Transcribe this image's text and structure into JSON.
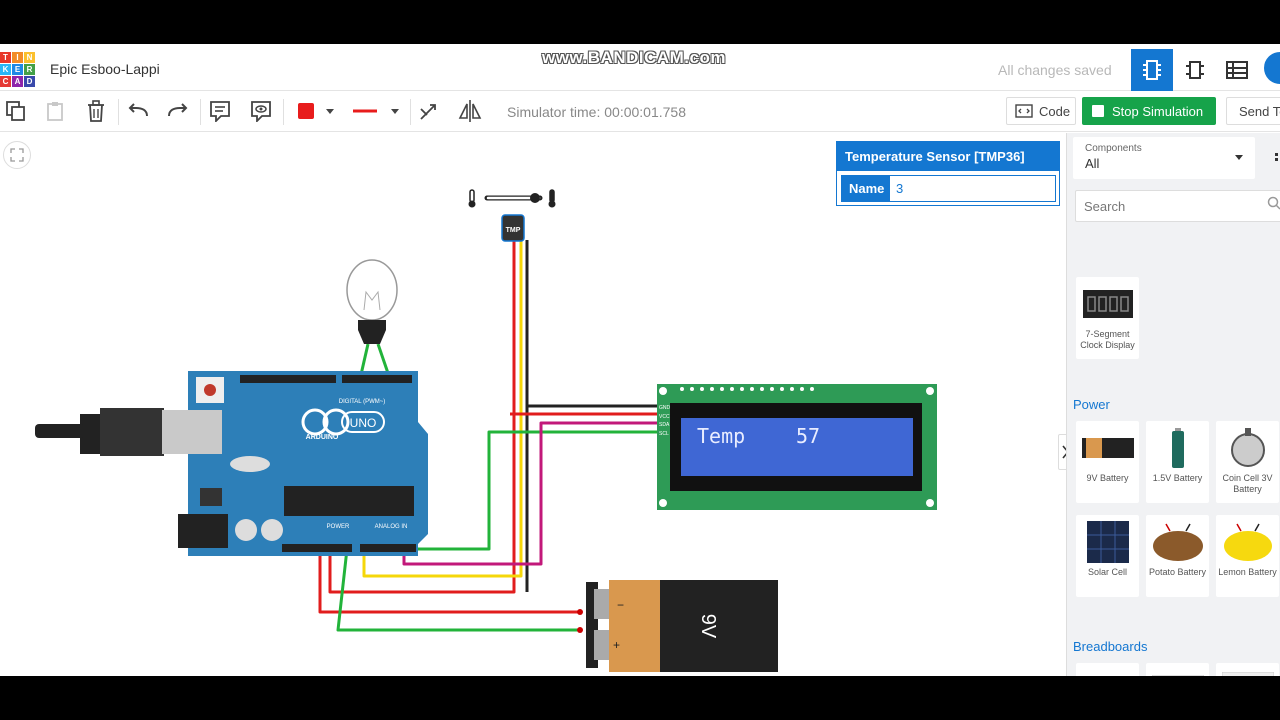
{
  "header": {
    "logo_letters": [
      "T",
      "I",
      "N",
      "K",
      "E",
      "R",
      "C",
      "A",
      "D"
    ],
    "logo_colors": [
      "#e8382a",
      "#f28c28",
      "#fbc02d",
      "#29b6f6",
      "#1e88e5",
      "#43a047",
      "#e53935",
      "#8e24aa",
      "#3949ab"
    ],
    "project_title": "Epic Esboo-Lappi",
    "watermark": "www.BANDICAM.com",
    "save_status": "All changes saved"
  },
  "toolbar": {
    "simulator_time": "Simulator time: 00:00:01.758",
    "code_label": "Code",
    "stop_label": "Stop Simulation",
    "send_label": "Send To"
  },
  "inspector": {
    "title": "Temperature Sensor [TMP36]",
    "name_label": "Name",
    "name_value": "3"
  },
  "circuit": {
    "lcd_label": "Temp",
    "lcd_value": "57",
    "battery_label": "9V",
    "sensor_label": "TMP",
    "arduino_brand": "ARDUINO",
    "arduino_model": "UNO",
    "lcd_pins": [
      "GND",
      "VCC",
      "SDA",
      "SCL"
    ],
    "battery_minus": "−",
    "battery_plus": "+",
    "header_digital": "DIGITAL (PWM~)",
    "header_power": "POWER",
    "header_analog": "ANALOG IN"
  },
  "sidebar": {
    "components_caption": "Components",
    "components_value": "All",
    "search_placeholder": "Search",
    "groups": {
      "top": [
        {
          "label": "7-Segment Clock Display"
        }
      ],
      "power_title": "Power",
      "power": [
        {
          "label": "9V Battery"
        },
        {
          "label": "1.5V Battery"
        },
        {
          "label": "Coin Cell 3V Battery"
        },
        {
          "label": "Solar Cell"
        },
        {
          "label": "Potato Battery"
        },
        {
          "label": "Lemon Battery"
        }
      ],
      "breadboards_title": "Breadboards"
    }
  },
  "colors": {
    "accent": "#1477d1",
    "stop_green": "#16a34a",
    "wire_red": "#e11d1d",
    "wire_yellow": "#f5d70a",
    "wire_green": "#22b33a",
    "wire_black": "#222222",
    "wire_magenta": "#c2187a"
  }
}
